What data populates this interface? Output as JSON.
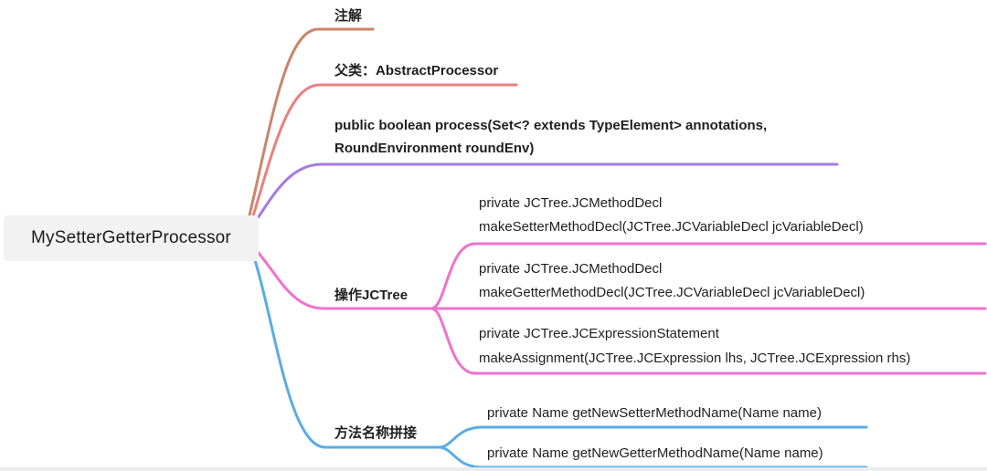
{
  "root": {
    "label": "MySetterGetterProcessor"
  },
  "branches": [
    {
      "label": "注解",
      "color": "#c9856b"
    },
    {
      "label": "父类：AbstractProcessor",
      "color": "#e8807f"
    },
    {
      "lines": [
        "public boolean process(Set<? extends TypeElement> annotations,",
        "RoundEnvironment roundEnv)"
      ],
      "color": "#a679e3"
    },
    {
      "label": "操作JCTree",
      "color": "#ee72cd",
      "children": [
        {
          "lines": [
            "private JCTree.JCMethodDecl",
            "makeSetterMethodDecl(JCTree.JCVariableDecl jcVariableDecl)"
          ]
        },
        {
          "lines": [
            "private JCTree.JCMethodDecl",
            "makeGetterMethodDecl(JCTree.JCVariableDecl jcVariableDecl)"
          ]
        },
        {
          "lines": [
            "private JCTree.JCExpressionStatement",
            "makeAssignment(JCTree.JCExpression lhs, JCTree.JCExpression rhs)"
          ]
        }
      ]
    },
    {
      "label": "方法名称拼接",
      "color": "#5aace6",
      "children": [
        {
          "lines": [
            "private Name getNewSetterMethodName(Name name)"
          ]
        },
        {
          "lines": [
            "private Name getNewGetterMethodName(Name name)"
          ]
        }
      ]
    }
  ]
}
